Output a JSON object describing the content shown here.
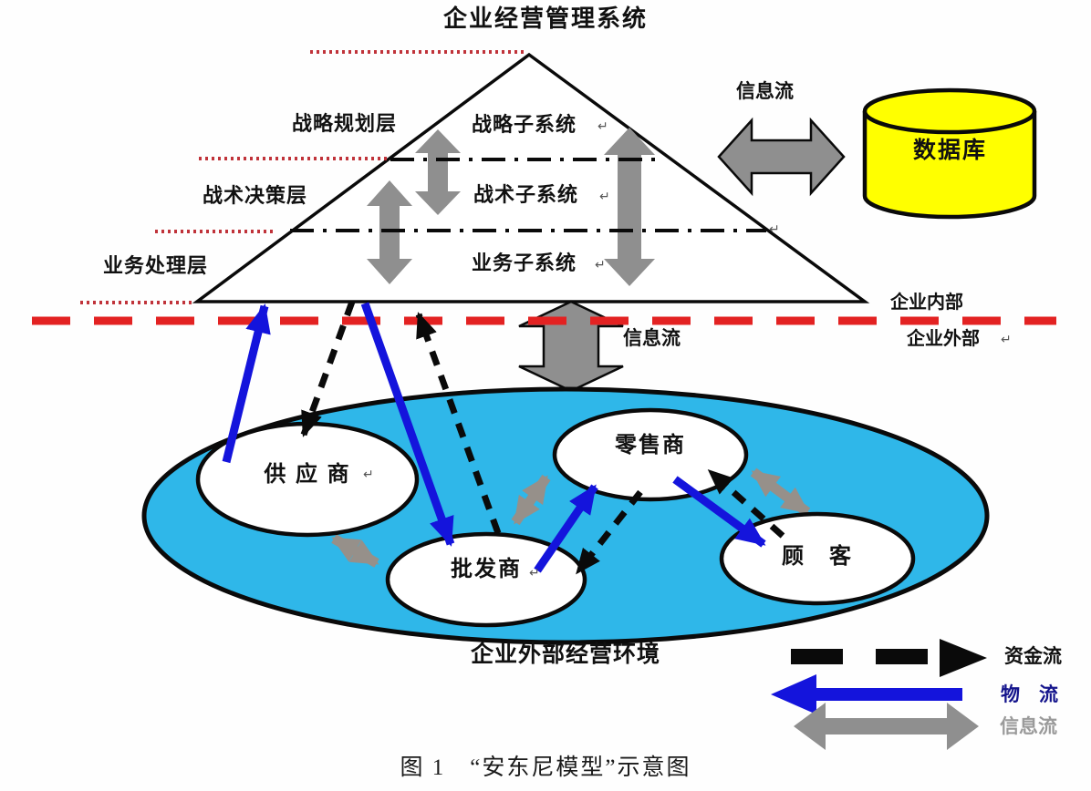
{
  "title": "企业经营管理系统",
  "caption": "图 1　“安东尼模型”示意图",
  "return_mark": "↵",
  "pyramid": {
    "layers": [
      {
        "label": "战略规划层",
        "subsystem": "战略子系统"
      },
      {
        "label": "战术决策层",
        "subsystem": "战术子系统"
      },
      {
        "label": "业务处理层",
        "subsystem": "业务子系统"
      }
    ]
  },
  "database": {
    "label": "数据库",
    "flow_label": "信息流"
  },
  "boundary": {
    "inside_label": "企业内部",
    "outside_label": "企业外部",
    "flow_label": "信息流"
  },
  "environment": {
    "label": "企业外部经营环境",
    "entities": [
      {
        "name": "供 应 商"
      },
      {
        "name": "批发商"
      },
      {
        "name": "零售商"
      },
      {
        "name": "顾　客"
      }
    ]
  },
  "legend": [
    {
      "label": "资金流",
      "kind": "capital-flow-dashed-black-arrow"
    },
    {
      "label": "物　流",
      "kind": "material-flow-solid-blue-arrow"
    },
    {
      "label": "信息流",
      "kind": "information-flow-gray-double-arrow"
    }
  ],
  "colors": {
    "ellipse_blue": "#2FB7E9",
    "arrow_blue": "#1414DC",
    "flow_gray": "#8F8F8F",
    "database_yellow": "#FFFF00",
    "boundary_red": "#E32222",
    "dotted_red": "#C0333A",
    "legend_material_text": "#14148C",
    "legend_info_text": "#9A9A9A"
  }
}
